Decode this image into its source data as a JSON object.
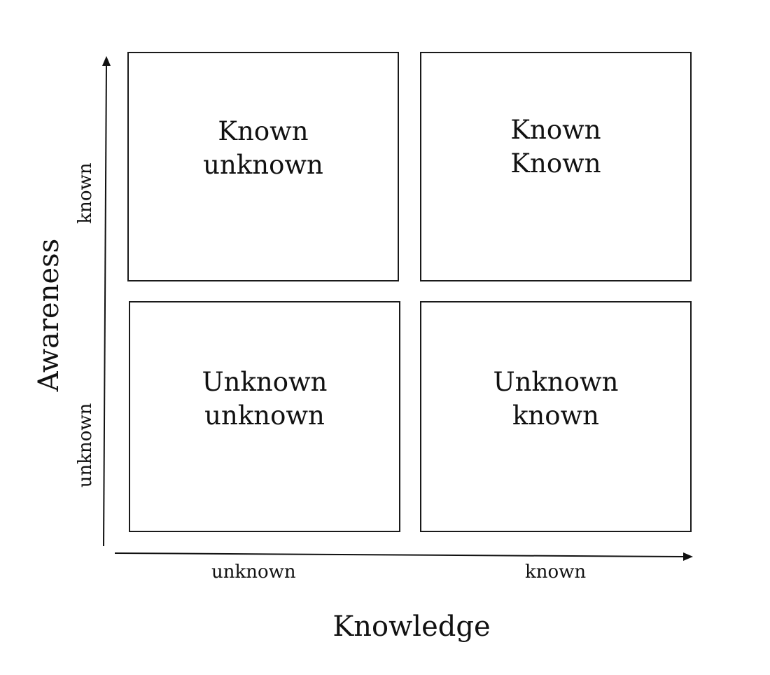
{
  "quadrants": {
    "known_unknown": {
      "line1": "Known",
      "line2": "unknown"
    },
    "known_known": {
      "line1": "Known",
      "line2": "Known"
    },
    "unknown_unknown": {
      "line1": "Unknown",
      "line2": "unknown"
    },
    "unknown_known": {
      "line1": "Unknown",
      "line2": "known"
    }
  },
  "x_axis": {
    "title": "Knowledge",
    "low_label": "unknown",
    "high_label": "known"
  },
  "y_axis": {
    "title": "Awareness",
    "low_label": "unknown",
    "high_label": "known"
  }
}
